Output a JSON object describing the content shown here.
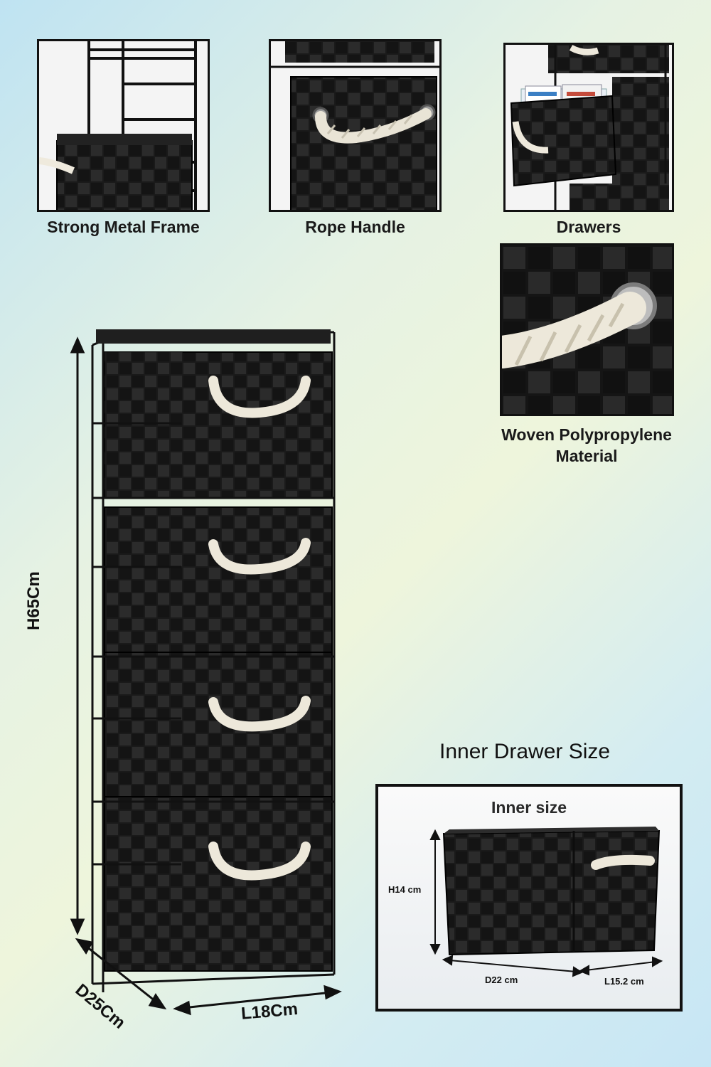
{
  "features": [
    {
      "label": "Strong Metal Frame",
      "icon": "metal-frame-icon"
    },
    {
      "label": "Rope Handle",
      "icon": "rope-handle-icon"
    },
    {
      "label": "Drawers",
      "icon": "drawer-icon"
    }
  ],
  "material": {
    "line1": "Woven Polypropylene",
    "line2": "Material",
    "icon": "woven-rope-icon"
  },
  "dimensions": {
    "height": "H65Cm",
    "depth": "D25Cm",
    "length": "L18Cm"
  },
  "inner": {
    "heading": "Inner Drawer Size",
    "box_title": "Inner size",
    "height": "H14 cm",
    "depth": "D22 cm",
    "length": "L15.2 cm"
  },
  "colors": {
    "basket": "#1c1c1c",
    "rope": "#f0ede4",
    "frame": "#111111"
  },
  "drawer_count": 4
}
